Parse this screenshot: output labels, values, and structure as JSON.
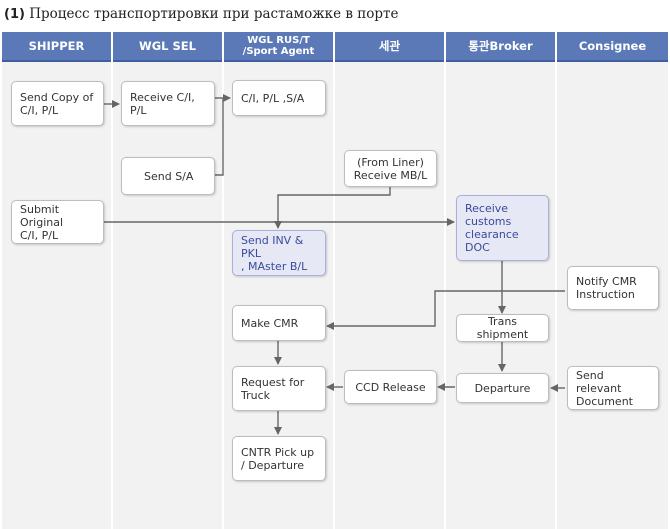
{
  "title": {
    "number": "(1)",
    "text": "Процесс транспортировки при растаможке в порте"
  },
  "lanes": [
    {
      "id": "shipper",
      "label": "SHIPPER"
    },
    {
      "id": "wgl-sel",
      "label": "WGL SEL"
    },
    {
      "id": "wgl-rus",
      "label": "WGL RUS/T\n/Sport Agent"
    },
    {
      "id": "customs",
      "label": "세관"
    },
    {
      "id": "broker",
      "label": "통관Broker"
    },
    {
      "id": "consignee",
      "label": "Consignee"
    }
  ],
  "steps": {
    "send_copy": "Send Copy of\nC/I, P/L",
    "receive_ci": "Receive C/I,\nP/L",
    "ci_pl_sa": "C/I, P/L ,S/A",
    "send_sa": "Send S/A",
    "receive_mbl": "(From Liner)\nReceive MB/L",
    "submit_original": "Submit Original\nC/I, P/L",
    "receive_customs": "Receive\ncustoms\nclearance DOC",
    "send_inv": "Send INV & PKL\n, MAster B/L",
    "notify_cmr": "Notify CMR\nInstruction",
    "make_cmr": "Make CMR",
    "trans_shipment": "Trans shipment",
    "request_truck": "Request for\nTruck",
    "ccd_release": "CCD Release",
    "departure": "Departure",
    "send_relevant": "Send relevant\nDocument",
    "cntr_pickup": "CNTR Pick up\n/ Departure"
  },
  "colors": {
    "header": "#5b79b7",
    "lane_bg": "#f2f2f2",
    "connector": "#666666",
    "highlight": "#e6e8f6"
  }
}
